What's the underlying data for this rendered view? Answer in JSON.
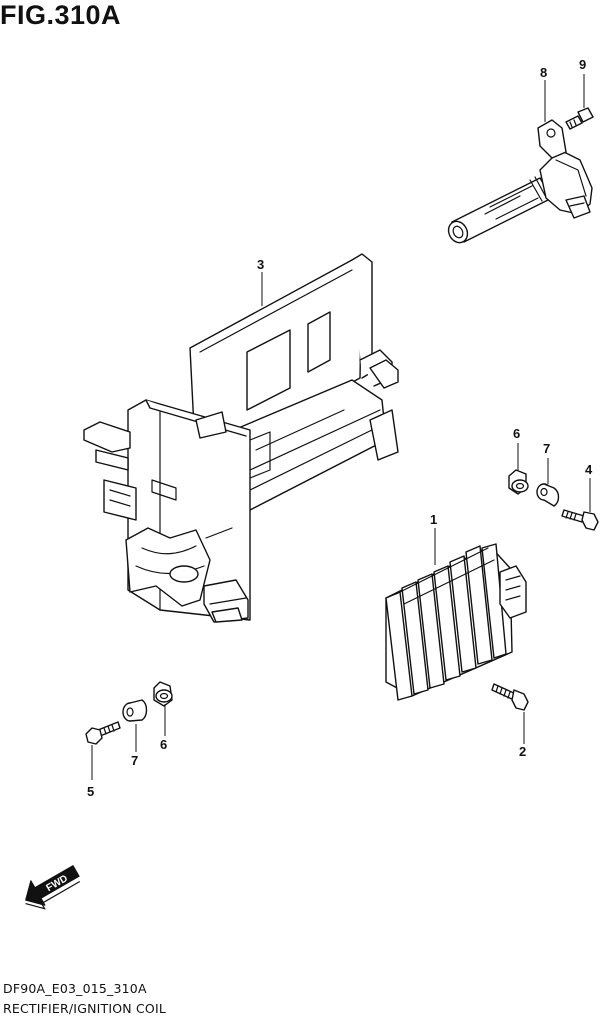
{
  "figure": {
    "title": "FIG.310A",
    "code": "DF90A_E03_015_310A",
    "name": "RECTIFIER/IGNITION COIL"
  },
  "callouts": {
    "c1": "1",
    "c2": "2",
    "c3": "3",
    "c4": "4",
    "c5": "5",
    "c6a": "6",
    "c6b": "6",
    "c7a": "7",
    "c7b": "7",
    "c8": "8",
    "c9": "9"
  },
  "direction_arrow": {
    "label": "FWD",
    "icon": "forward-arrow-icon"
  }
}
